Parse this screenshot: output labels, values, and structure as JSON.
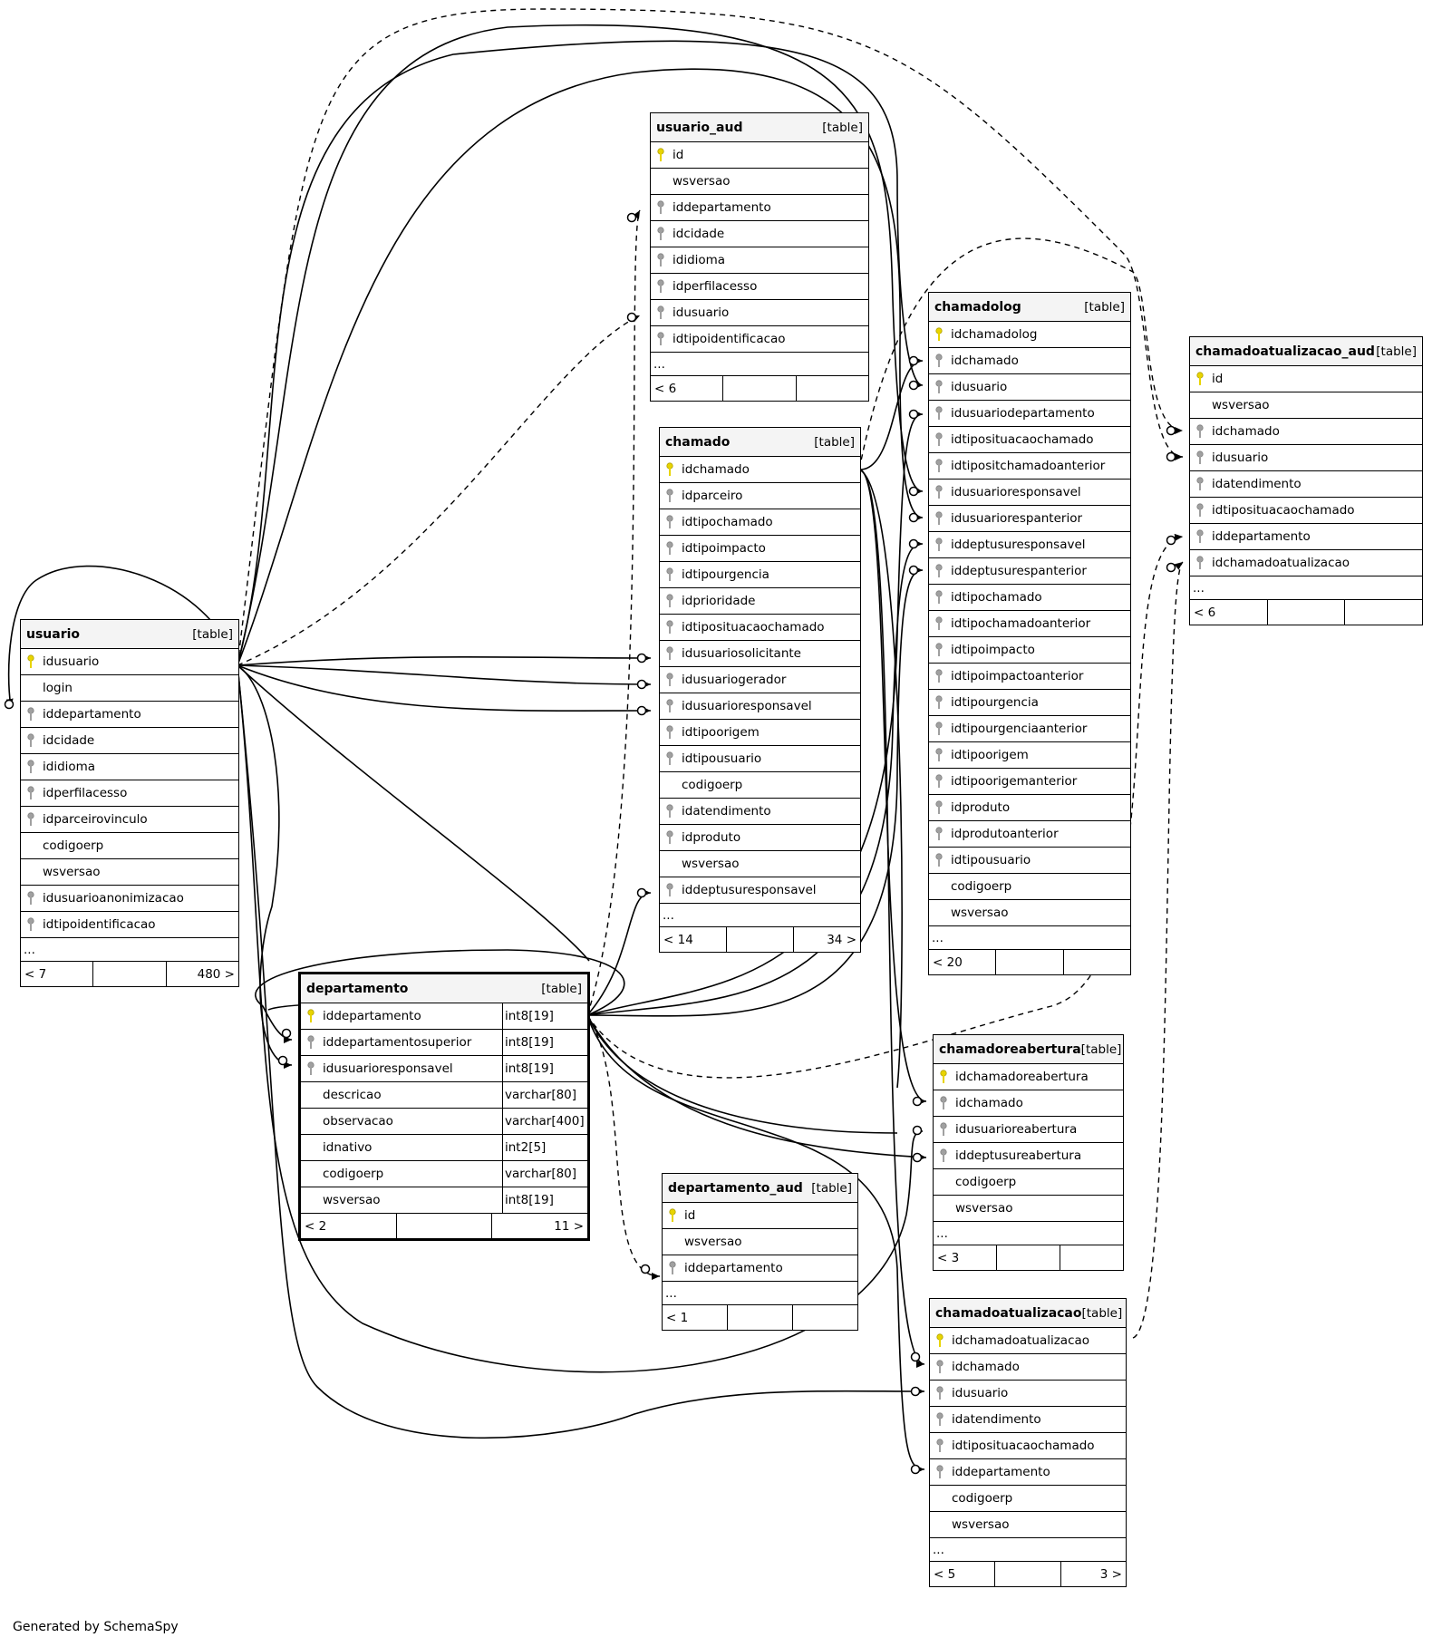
{
  "footer_credit": "Generated by SchemaSpy",
  "key_colors": {
    "primary": "#e8d400",
    "foreign": "#a0a0a0"
  },
  "tables": {
    "usuario": {
      "name": "usuario",
      "type": "[table]",
      "columns": [
        {
          "name": "idusuario",
          "key": "primary"
        },
        {
          "name": "login",
          "key": "none"
        },
        {
          "name": "iddepartamento",
          "key": "foreign"
        },
        {
          "name": "idcidade",
          "key": "foreign"
        },
        {
          "name": "ididioma",
          "key": "foreign"
        },
        {
          "name": "idperfilacesso",
          "key": "foreign"
        },
        {
          "name": "idparceirovinculo",
          "key": "foreign"
        },
        {
          "name": "codigoerp",
          "key": "none"
        },
        {
          "name": "wsversao",
          "key": "none"
        },
        {
          "name": "idusuarioanonimizacao",
          "key": "foreign"
        },
        {
          "name": "idtipoidentificacao",
          "key": "foreign"
        }
      ],
      "more": "...",
      "footer": [
        "< 7",
        "",
        "480 >"
      ]
    },
    "usuario_aud": {
      "name": "usuario_aud",
      "type": "[table]",
      "columns": [
        {
          "name": "id",
          "key": "primary"
        },
        {
          "name": "wsversao",
          "key": "none"
        },
        {
          "name": "iddepartamento",
          "key": "foreign"
        },
        {
          "name": "idcidade",
          "key": "foreign"
        },
        {
          "name": "ididioma",
          "key": "foreign"
        },
        {
          "name": "idperfilacesso",
          "key": "foreign"
        },
        {
          "name": "idusuario",
          "key": "foreign"
        },
        {
          "name": "idtipoidentificacao",
          "key": "foreign"
        }
      ],
      "more": "...",
      "footer": [
        "< 6",
        "",
        ""
      ]
    },
    "chamado": {
      "name": "chamado",
      "type": "[table]",
      "columns": [
        {
          "name": "idchamado",
          "key": "primary"
        },
        {
          "name": "idparceiro",
          "key": "foreign"
        },
        {
          "name": "idtipochamado",
          "key": "foreign"
        },
        {
          "name": "idtipoimpacto",
          "key": "foreign"
        },
        {
          "name": "idtipourgencia",
          "key": "foreign"
        },
        {
          "name": "idprioridade",
          "key": "foreign"
        },
        {
          "name": "idtiposituacaochamado",
          "key": "foreign"
        },
        {
          "name": "idusuariosolicitante",
          "key": "foreign"
        },
        {
          "name": "idusuariogerador",
          "key": "foreign"
        },
        {
          "name": "idusuarioresponsavel",
          "key": "foreign"
        },
        {
          "name": "idtipoorigem",
          "key": "foreign"
        },
        {
          "name": "idtipousuario",
          "key": "foreign"
        },
        {
          "name": "codigoerp",
          "key": "none"
        },
        {
          "name": "idatendimento",
          "key": "foreign"
        },
        {
          "name": "idproduto",
          "key": "foreign"
        },
        {
          "name": "wsversao",
          "key": "none"
        },
        {
          "name": "iddeptusuresponsavel",
          "key": "foreign"
        }
      ],
      "more": "...",
      "footer": [
        "< 14",
        "",
        "34 >"
      ]
    },
    "chamadolog": {
      "name": "chamadolog",
      "type": "[table]",
      "columns": [
        {
          "name": "idchamadolog",
          "key": "primary"
        },
        {
          "name": "idchamado",
          "key": "foreign"
        },
        {
          "name": "idusuario",
          "key": "foreign"
        },
        {
          "name": "idusuariodepartamento",
          "key": "foreign"
        },
        {
          "name": "idtiposituacaochamado",
          "key": "foreign"
        },
        {
          "name": "idtipositchamadoanterior",
          "key": "foreign"
        },
        {
          "name": "idusuarioresponsavel",
          "key": "foreign"
        },
        {
          "name": "idusuariorespanterior",
          "key": "foreign"
        },
        {
          "name": "iddeptusuresponsavel",
          "key": "foreign"
        },
        {
          "name": "iddeptusurespanterior",
          "key": "foreign"
        },
        {
          "name": "idtipochamado",
          "key": "foreign"
        },
        {
          "name": "idtipochamadoanterior",
          "key": "foreign"
        },
        {
          "name": "idtipoimpacto",
          "key": "foreign"
        },
        {
          "name": "idtipoimpactoanterior",
          "key": "foreign"
        },
        {
          "name": "idtipourgencia",
          "key": "foreign"
        },
        {
          "name": "idtipourgenciaanterior",
          "key": "foreign"
        },
        {
          "name": "idtipoorigem",
          "key": "foreign"
        },
        {
          "name": "idtipoorigemanterior",
          "key": "foreign"
        },
        {
          "name": "idproduto",
          "key": "foreign"
        },
        {
          "name": "idprodutoanterior",
          "key": "foreign"
        },
        {
          "name": "idtipousuario",
          "key": "foreign"
        },
        {
          "name": "codigoerp",
          "key": "none"
        },
        {
          "name": "wsversao",
          "key": "none"
        }
      ],
      "more": "...",
      "footer": [
        "< 20",
        "",
        ""
      ]
    },
    "chamadoatualizacao_aud": {
      "name": "chamadoatualizacao_aud",
      "type": "[table]",
      "columns": [
        {
          "name": "id",
          "key": "primary"
        },
        {
          "name": "wsversao",
          "key": "none"
        },
        {
          "name": "idchamado",
          "key": "foreign"
        },
        {
          "name": "idusuario",
          "key": "foreign"
        },
        {
          "name": "idatendimento",
          "key": "foreign"
        },
        {
          "name": "idtiposituacaochamado",
          "key": "foreign"
        },
        {
          "name": "iddepartamento",
          "key": "foreign"
        },
        {
          "name": "idchamadoatualizacao",
          "key": "foreign"
        }
      ],
      "more": "...",
      "footer": [
        "< 6",
        "",
        ""
      ]
    },
    "departamento": {
      "name": "departamento",
      "type": "[table]",
      "columns": [
        {
          "name": "iddepartamento",
          "key": "primary",
          "type": "int8[19]"
        },
        {
          "name": "iddepartamentosuperior",
          "key": "foreign",
          "type": "int8[19]"
        },
        {
          "name": "idusuarioresponsavel",
          "key": "foreign",
          "type": "int8[19]"
        },
        {
          "name": "descricao",
          "key": "none",
          "type": "varchar[80]"
        },
        {
          "name": "observacao",
          "key": "none",
          "type": "varchar[400]"
        },
        {
          "name": "idnativo",
          "key": "none",
          "type": "int2[5]"
        },
        {
          "name": "codigoerp",
          "key": "none",
          "type": "varchar[80]"
        },
        {
          "name": "wsversao",
          "key": "none",
          "type": "int8[19]"
        }
      ],
      "footer": [
        "< 2",
        "",
        "11 >"
      ]
    },
    "departamento_aud": {
      "name": "departamento_aud",
      "type": "[table]",
      "columns": [
        {
          "name": "id",
          "key": "primary"
        },
        {
          "name": "wsversao",
          "key": "none"
        },
        {
          "name": "iddepartamento",
          "key": "foreign"
        }
      ],
      "more": "...",
      "footer": [
        "< 1",
        "",
        ""
      ]
    },
    "chamadoreabertura": {
      "name": "chamadoreabertura",
      "type": "[table]",
      "columns": [
        {
          "name": "idchamadoreabertura",
          "key": "primary"
        },
        {
          "name": "idchamado",
          "key": "foreign"
        },
        {
          "name": "idusuarioreabertura",
          "key": "foreign"
        },
        {
          "name": "iddeptusureabertura",
          "key": "foreign"
        },
        {
          "name": "codigoerp",
          "key": "none"
        },
        {
          "name": "wsversao",
          "key": "none"
        }
      ],
      "more": "...",
      "footer": [
        "< 3",
        "",
        ""
      ]
    },
    "chamadoatualizacao": {
      "name": "chamadoatualizacao",
      "type": "[table]",
      "columns": [
        {
          "name": "idchamadoatualizacao",
          "key": "primary"
        },
        {
          "name": "idchamado",
          "key": "foreign"
        },
        {
          "name": "idusuario",
          "key": "foreign"
        },
        {
          "name": "idatendimento",
          "key": "foreign"
        },
        {
          "name": "idtiposituacaochamado",
          "key": "foreign"
        },
        {
          "name": "iddepartamento",
          "key": "foreign"
        },
        {
          "name": "codigoerp",
          "key": "none"
        },
        {
          "name": "wsversao",
          "key": "none"
        }
      ],
      "more": "...",
      "footer": [
        "< 5",
        "",
        "3 >"
      ]
    }
  }
}
